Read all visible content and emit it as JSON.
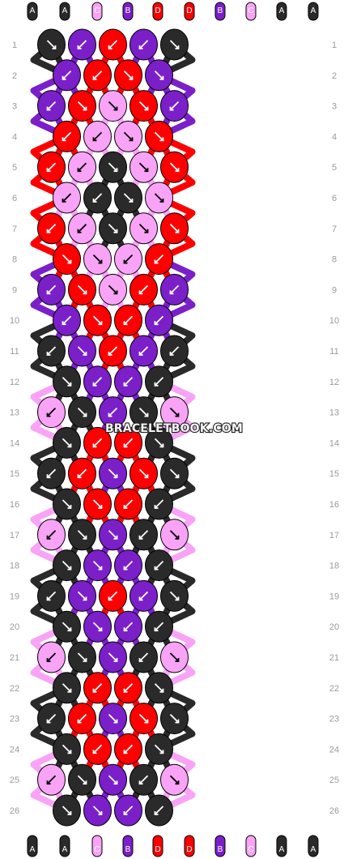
{
  "watermark": "BRACELETBOOK.COM",
  "colors": {
    "A": "#2a2a2a",
    "B": "#7b1fc9",
    "C": "#f9a3f7",
    "D": "#ff0000"
  },
  "top_strings": [
    "A",
    "A",
    "C",
    "B",
    "D",
    "D",
    "B",
    "C",
    "A",
    "A"
  ],
  "bottom_strings": [
    "A",
    "A",
    "C",
    "B",
    "D",
    "D",
    "B",
    "C",
    "A",
    "A"
  ],
  "row_numbers": [
    "1",
    "2",
    "3",
    "4",
    "5",
    "6",
    "7",
    "8",
    "9",
    "10",
    "11",
    "12",
    "13",
    "14",
    "15",
    "16",
    "17",
    "18",
    "19",
    "20",
    "21",
    "22",
    "23",
    "24",
    "25",
    "26"
  ],
  "knot_rows": [
    [
      "A",
      "B",
      "D",
      "B",
      "A"
    ],
    [
      "B",
      "D",
      "D",
      "B"
    ],
    [
      "B",
      "D",
      "C",
      "D",
      "B"
    ],
    [
      "D",
      "C",
      "C",
      "D"
    ],
    [
      "D",
      "C",
      "A",
      "C",
      "D"
    ],
    [
      "C",
      "A",
      "A",
      "C"
    ],
    [
      "D",
      "C",
      "A",
      "C",
      "D"
    ],
    [
      "D",
      "C",
      "C",
      "D"
    ],
    [
      "B",
      "D",
      "C",
      "D",
      "B"
    ],
    [
      "B",
      "D",
      "D",
      "B"
    ],
    [
      "A",
      "B",
      "D",
      "B",
      "A"
    ],
    [
      "A",
      "B",
      "B",
      "A"
    ],
    [
      "C",
      "A",
      "B",
      "A",
      "C"
    ],
    [
      "A",
      "D",
      "D",
      "A"
    ],
    [
      "A",
      "D",
      "B",
      "D",
      "A"
    ],
    [
      "A",
      "D",
      "D",
      "A"
    ],
    [
      "C",
      "A",
      "B",
      "A",
      "C"
    ],
    [
      "A",
      "B",
      "B",
      "A"
    ],
    [
      "A",
      "B",
      "D",
      "B",
      "A"
    ],
    [
      "A",
      "B",
      "B",
      "A"
    ],
    [
      "C",
      "A",
      "B",
      "A",
      "C"
    ],
    [
      "A",
      "D",
      "D",
      "A"
    ],
    [
      "A",
      "D",
      "B",
      "D",
      "A"
    ],
    [
      "A",
      "D",
      "D",
      "A"
    ],
    [
      "C",
      "A",
      "B",
      "A",
      "C"
    ],
    [
      "A",
      "B",
      "B",
      "A"
    ]
  ],
  "knot_arrows": [
    [
      "SE",
      "SW",
      "SW",
      "SW",
      "SE"
    ],
    [
      "SW",
      "SW",
      "SE",
      "SE"
    ],
    [
      "SW",
      "SE",
      "SE",
      "SE",
      "SW"
    ],
    [
      "SW",
      "SW",
      "SE",
      "SE"
    ],
    [
      "SW",
      "SW",
      "SE",
      "SE",
      "SE"
    ],
    [
      "SW",
      "SW",
      "SE",
      "SE"
    ],
    [
      "SW",
      "SW",
      "SE",
      "SE",
      "SE"
    ],
    [
      "SE",
      "SE",
      "SW",
      "SW"
    ],
    [
      "SW",
      "SE",
      "SE",
      "SW",
      "SW"
    ],
    [
      "SW",
      "SE",
      "SW",
      "SW"
    ],
    [
      "SW",
      "SE",
      "SW",
      "SW",
      "SW"
    ],
    [
      "SE",
      "SW",
      "SW",
      "SW"
    ],
    [
      "SW",
      "SE",
      "SW",
      "SE",
      "SE"
    ],
    [
      "SE",
      "SW",
      "SW",
      "SE"
    ],
    [
      "SW",
      "SW",
      "SE",
      "SE",
      "SE"
    ],
    [
      "SE",
      "SE",
      "SW",
      "SW"
    ],
    [
      "SW",
      "SE",
      "SE",
      "SW",
      "SE"
    ],
    [
      "SE",
      "SE",
      "SW",
      "SW"
    ],
    [
      "SW",
      "SE",
      "SW",
      "SW",
      "SE"
    ],
    [
      "SE",
      "SE",
      "SW",
      "SW"
    ],
    [
      "SW",
      "SE",
      "SE",
      "SW",
      "SE"
    ],
    [
      "SE",
      "SW",
      "SW",
      "SE"
    ],
    [
      "SW",
      "SW",
      "SE",
      "SE",
      "SE"
    ],
    [
      "SE",
      "SW",
      "SW",
      "SE"
    ],
    [
      "SW",
      "SE",
      "SE",
      "SW",
      "SE"
    ],
    [
      "SE",
      "SE",
      "SW",
      "SW"
    ]
  ]
}
